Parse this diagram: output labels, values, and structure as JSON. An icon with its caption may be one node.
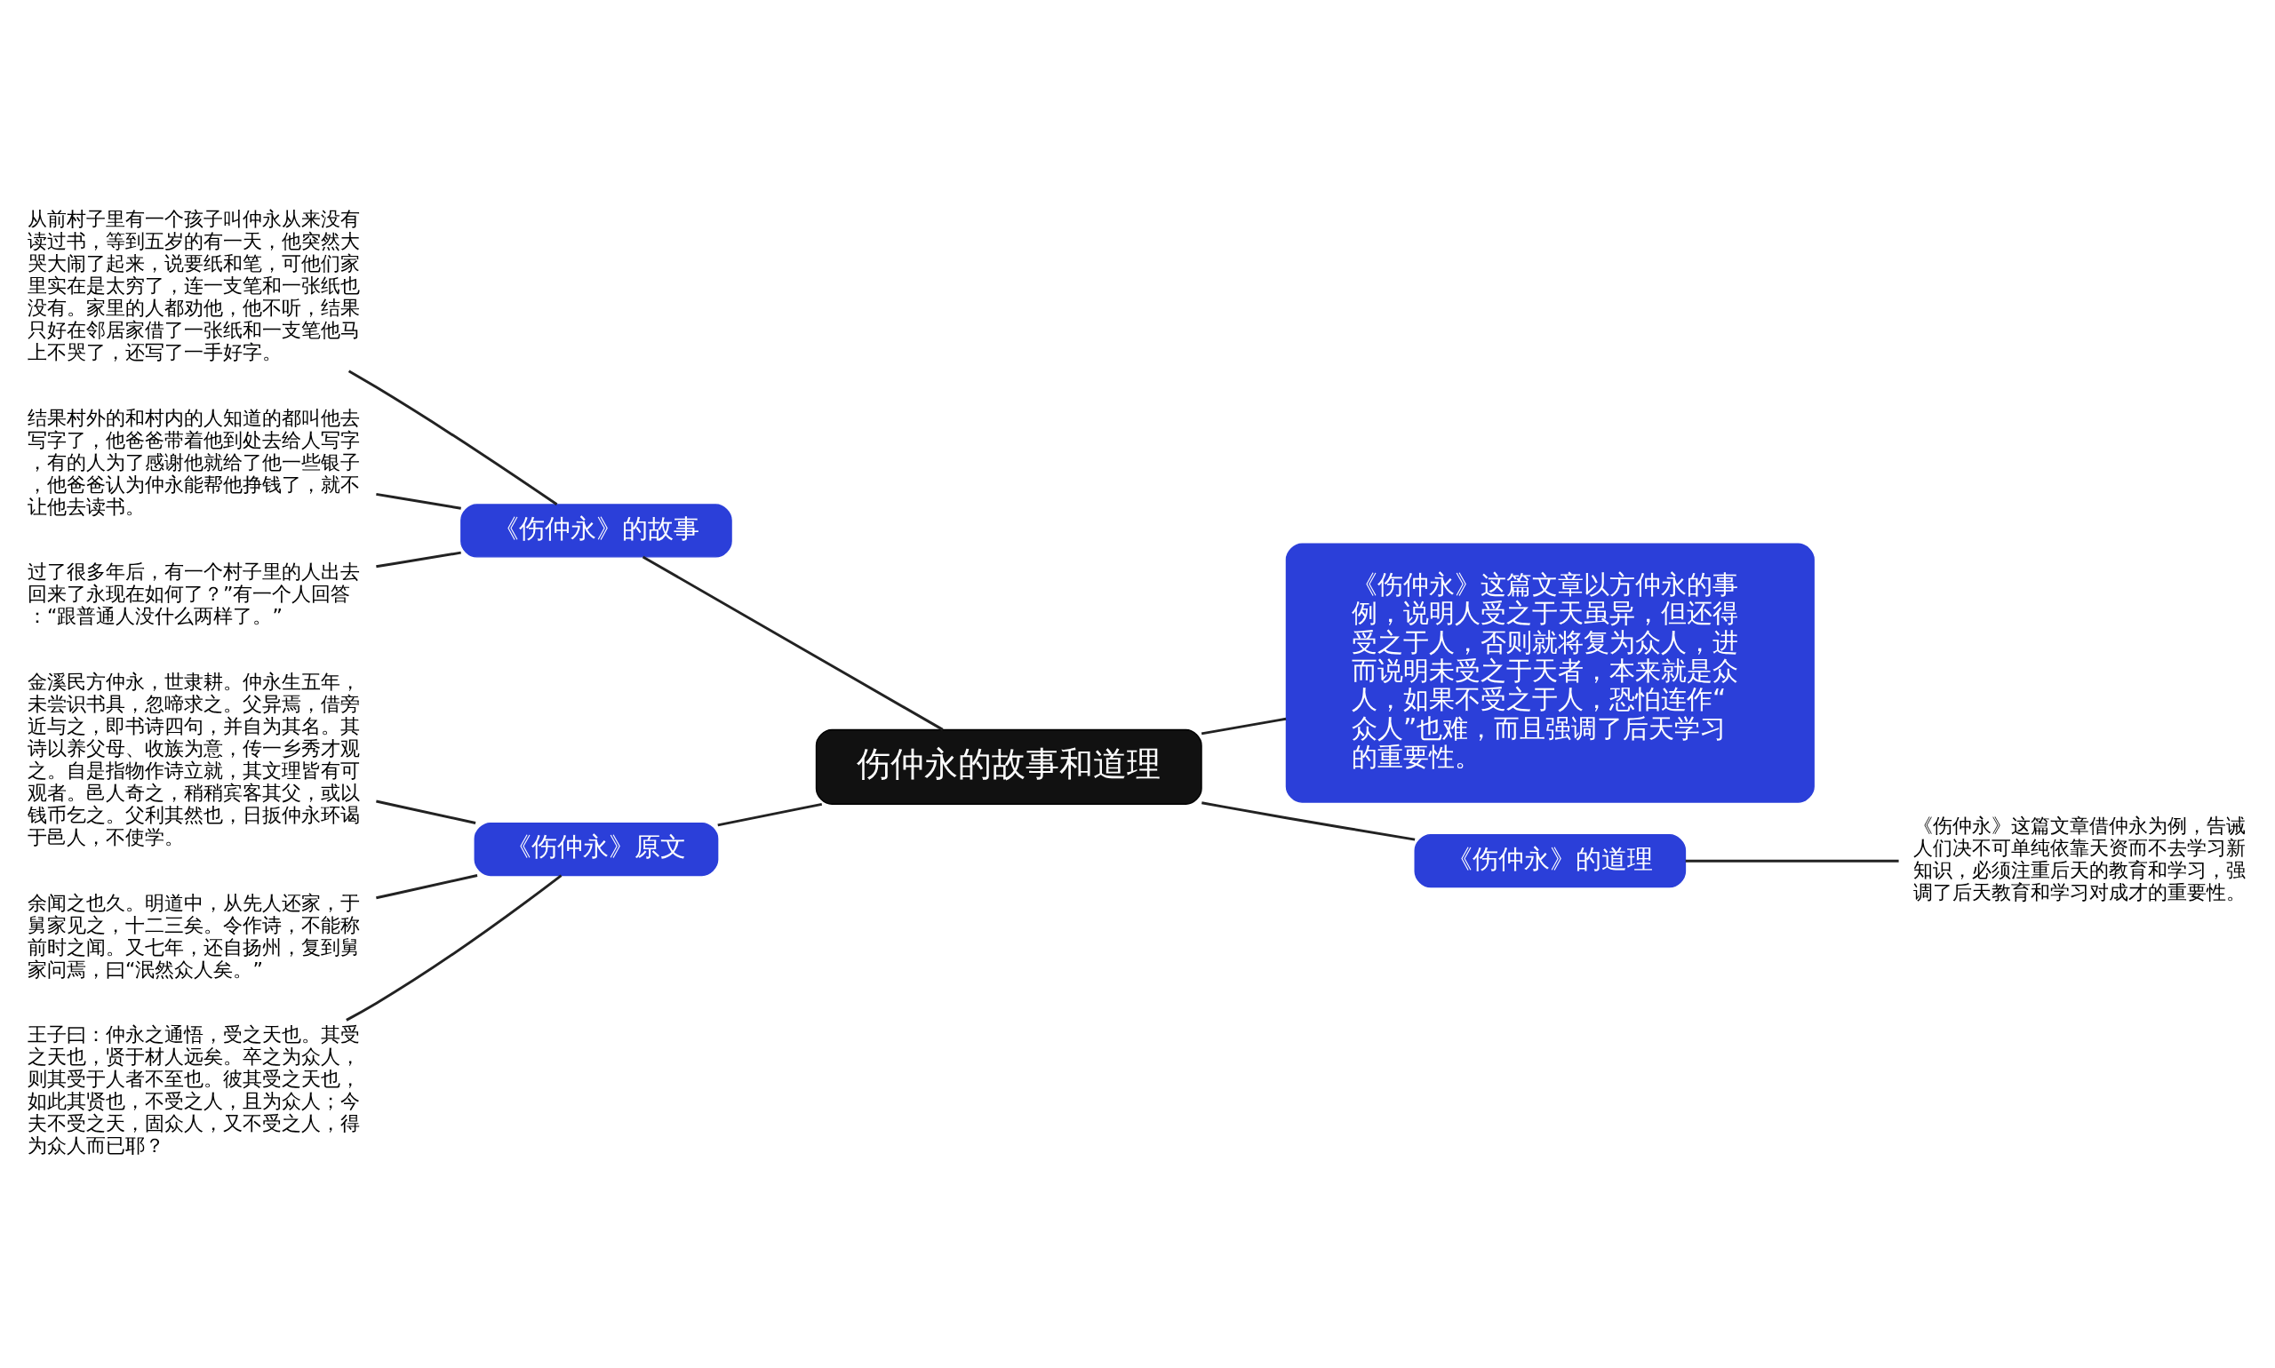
{
  "diagram": {
    "nodes": [
      {
        "text": [
          "伤仲永的故事和道理"
        ]
      },
      {
        "text": [
          "《伤仲永》的故事"
        ]
      },
      {
        "text": [
          "从前村子里有一个孩子叫仲永从来没有读过书，等到五岁的有一天，他突然大哭大闹了起来，说要纸和笔，可他们家里实在是太穷了，连一支笔和一张纸也没有。家里的人都劝他，他不听，结果只好在邻居家借了一张纸和一支笔他马上不哭了，还写了一手好字。"
        ]
      },
      {
        "text": [
          "结果村外的和村内的人知道的都叫他去写字了，他爸爸带着他到处去给人写字，有的人为了感谢他就给了他一些银子，他爸爸认为仲永能帮他挣钱了，就不让他去读书。"
        ]
      },
      {
        "text": [
          "过了很多年后，有一个村子里的人出去回来了永现在如何了？”有一个人回答：“跟普通人没什么两样了。”"
        ]
      },
      {
        "text": [
          "《伤仲永》原文"
        ]
      },
      {
        "text": [
          "金溪民方仲永，世隶耕。仲永生五年，未尝识书具，忽啼求之。父异焉，借旁近与之，即书诗四句，并自为其名。其诗以养父母、收族为意，传一乡秀才观之。自是指物作诗立就，其文理皆有可观者。邑人奇之，稍稍宾客其父，或以钱币乞之。父利其然也，日扳仲永环谒于邑人，不使学。"
        ]
      },
      {
        "text": [
          "余闻之也久。明道中，从先人还家，于舅家见之，十二三矣。令作诗，不能称前时之闻。又七年，还自扬州，复到舅家问焉，曰“泯然众人矣。”"
        ]
      },
      {
        "text": [
          "王子曰：仲永之通悟，受之天也。其受之天也，贤于材人远矣。卒之为众人，则其受于人者不至也。彼其受之天也，如此其贤也，不受之人，且为众人；今夫不受之天，固众人，又不受之人，得为众人而已耶？"
        ]
      },
      {
        "text": [
          "《伤仲永》这篇文章以方仲永的事例，说明人受之于天虽异，但还得受之于人，否则就将复为众人，进而说明未受之于天者，本来就是众人，如果不受之于人，恐怕连作“众人”也难，而且强调了后天学习的重要性。"
        ]
      },
      {
        "text": [
          "《伤仲永》的道理"
        ]
      },
      {
        "text": [
          "《伤仲永》这篇文章借仲永为例，告诫人们决不可单纯依靠天资而不去学习新知识，必须注重后天的教育和学习，强调了后天教育和学习对成才的重要性。"
        ]
      }
    ],
    "edges": [
      {
        "from": 0,
        "to": 1,
        "arrow": "none"
      },
      {
        "from": 0,
        "to": 9,
        "arrow": "none"
      },
      {
        "from": 0,
        "to": 10,
        "arrow": "none"
      },
      {
        "from": 0,
        "to": 5,
        "arrow": "none"
      },
      {
        "from": 1,
        "to": 2,
        "arrow": "none"
      },
      {
        "from": 1,
        "to": 3,
        "arrow": "none"
      },
      {
        "from": 1,
        "to": 4,
        "arrow": "none"
      },
      {
        "from": 5,
        "to": 6,
        "arrow": "none"
      },
      {
        "from": 5,
        "to": 7,
        "arrow": "none"
      },
      {
        "from": 5,
        "to": 8,
        "arrow": "none"
      },
      {
        "from": 10,
        "to": 11,
        "arrow": "none"
      }
    ]
  }
}
